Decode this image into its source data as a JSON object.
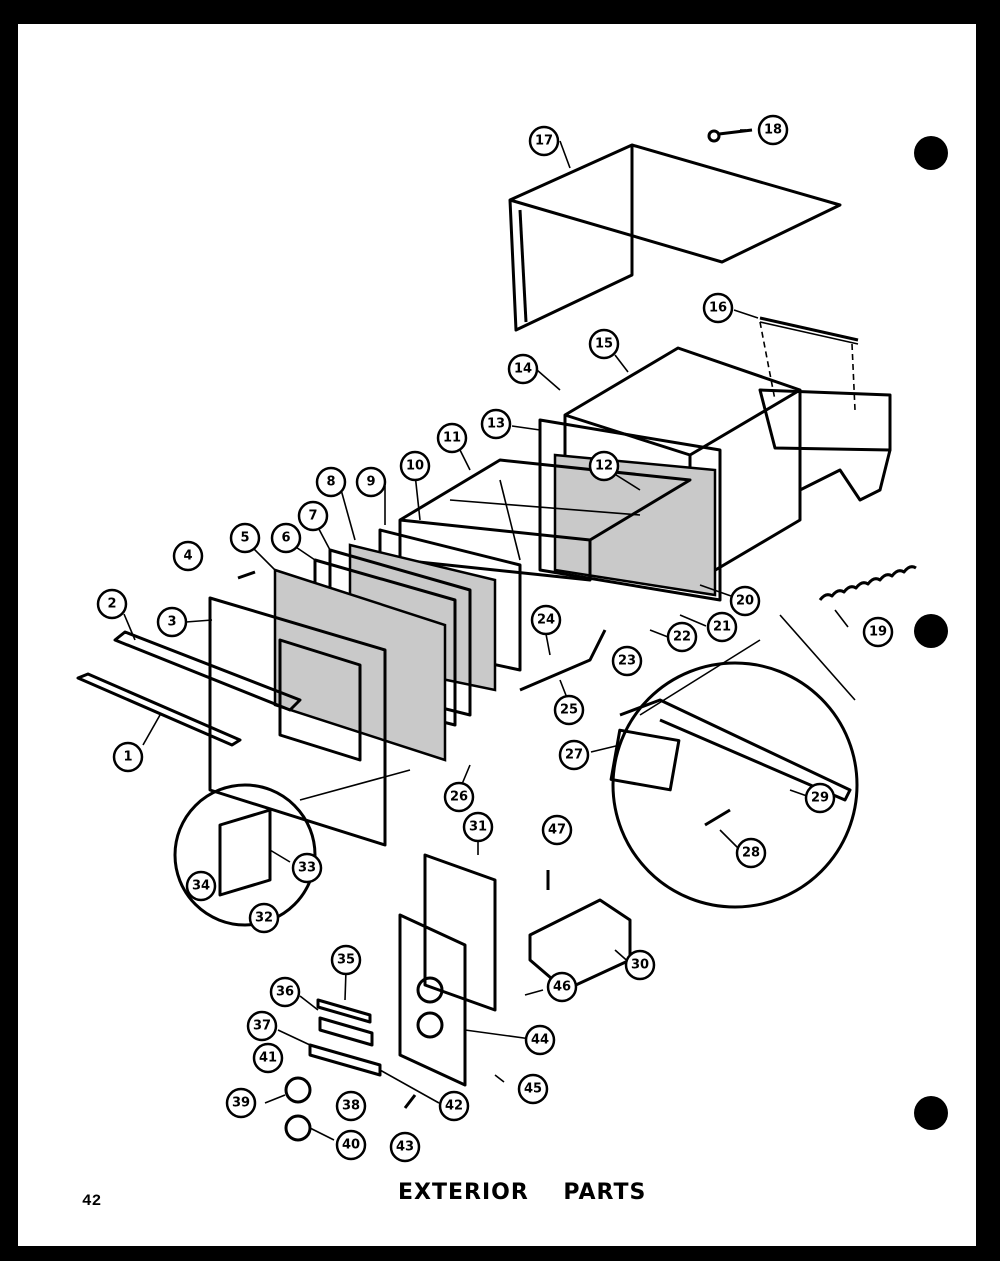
{
  "page": {
    "number": "42",
    "title": "EXTERIOR    PARTS"
  },
  "callouts": [
    "1",
    "2",
    "3",
    "4",
    "5",
    "6",
    "7",
    "8",
    "9",
    "10",
    "11",
    "12",
    "13",
    "14",
    "15",
    "16",
    "17",
    "18",
    "19",
    "20",
    "21",
    "22",
    "23",
    "24",
    "25",
    "26",
    "27",
    "28",
    "29",
    "31",
    "32",
    "33",
    "34",
    "35",
    "36",
    "37",
    "38",
    "39",
    "40",
    "41",
    "42",
    "43",
    "44",
    "45",
    "46",
    "47"
  ]
}
